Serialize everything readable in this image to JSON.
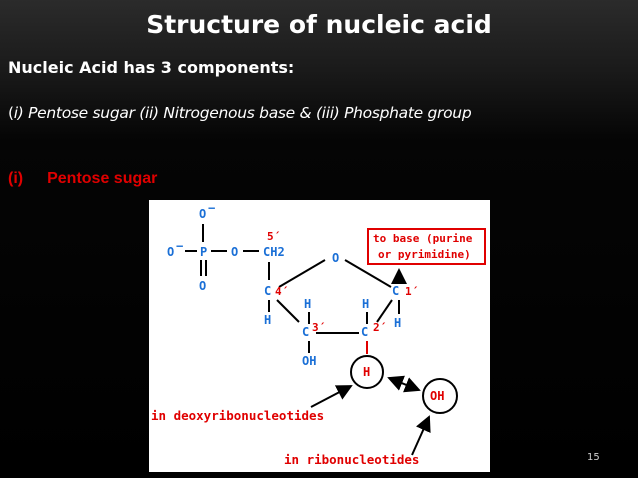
{
  "slide": {
    "title": "Structure of nucleic acid",
    "heading": "Nucleic Acid has 3 components:",
    "components": {
      "open_paren": "(",
      "text": "i) Pentose sugar (ii) Nitrogenous base & (iii) Phosphate group"
    },
    "section_number": "(i)",
    "section_title": "Pentose sugar",
    "page_number": "15"
  },
  "diagram": {
    "phosphate_o_top": "O",
    "phosphate_o_left": "O",
    "phosphate_p": "P",
    "phosphate_o_bottom": "O",
    "bridge_o": "O",
    "minus_sign": "−",
    "c5_label": "5´",
    "ch2": "CH",
    "ch2_sub": "2",
    "ring_o": "O",
    "base_box_line1": "to base (purine",
    "base_box_line2": "or pyrimidine)",
    "c1": "C",
    "c1_label": "1´",
    "c4": "C",
    "c4_label": "4´",
    "c3": "C",
    "c3_label": "3´",
    "c2": "C",
    "c2_label": "2´",
    "h_c4": "H",
    "h_c3": "H",
    "h_c2_top": "H",
    "h_c1": "H",
    "oh_c3": "OH",
    "h_c2_circle": "H",
    "oh_circle": "OH",
    "label_deoxy": "in deoxyribonucleotides",
    "label_ribo": "in ribonucleotides",
    "colors": {
      "blue": "#1a6fd6",
      "red": "#e00000",
      "black": "#000000"
    }
  }
}
